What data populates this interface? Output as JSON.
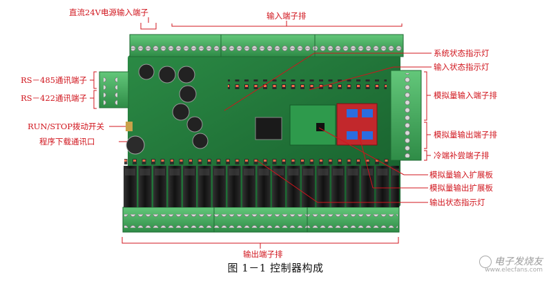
{
  "labels": {
    "power_terminal": "直流24V电源输入端子",
    "input_terminal": "输入端子排",
    "rs485": "RS－485通讯端子",
    "rs422": "RS－422通讯端子",
    "run_stop": "RUN/STOP拨动开关",
    "program_port": "程序下载通讯口",
    "system_led": "系统状态指示灯",
    "input_led": "输入状态指示灯",
    "analog_in_terminal": "模拟量输入端子排",
    "analog_out_terminal": "模拟量输出端子排",
    "cold_junction": "冷端补尝端子排",
    "analog_in_board": "模拟量输入扩展板",
    "analog_out_board": "模拟量输出扩展板",
    "output_led": "输出状态指示灯",
    "output_terminal": "输出端子排"
  },
  "caption": "图 1－1    控制器构成",
  "watermark": {
    "name": "电子发烧友",
    "url": "www.elecfans.com"
  },
  "colors": {
    "annotation": "#d0141c",
    "pcb": "#1f7a3a",
    "terminal": "#3fa958",
    "relay": "#1b1b1b"
  }
}
